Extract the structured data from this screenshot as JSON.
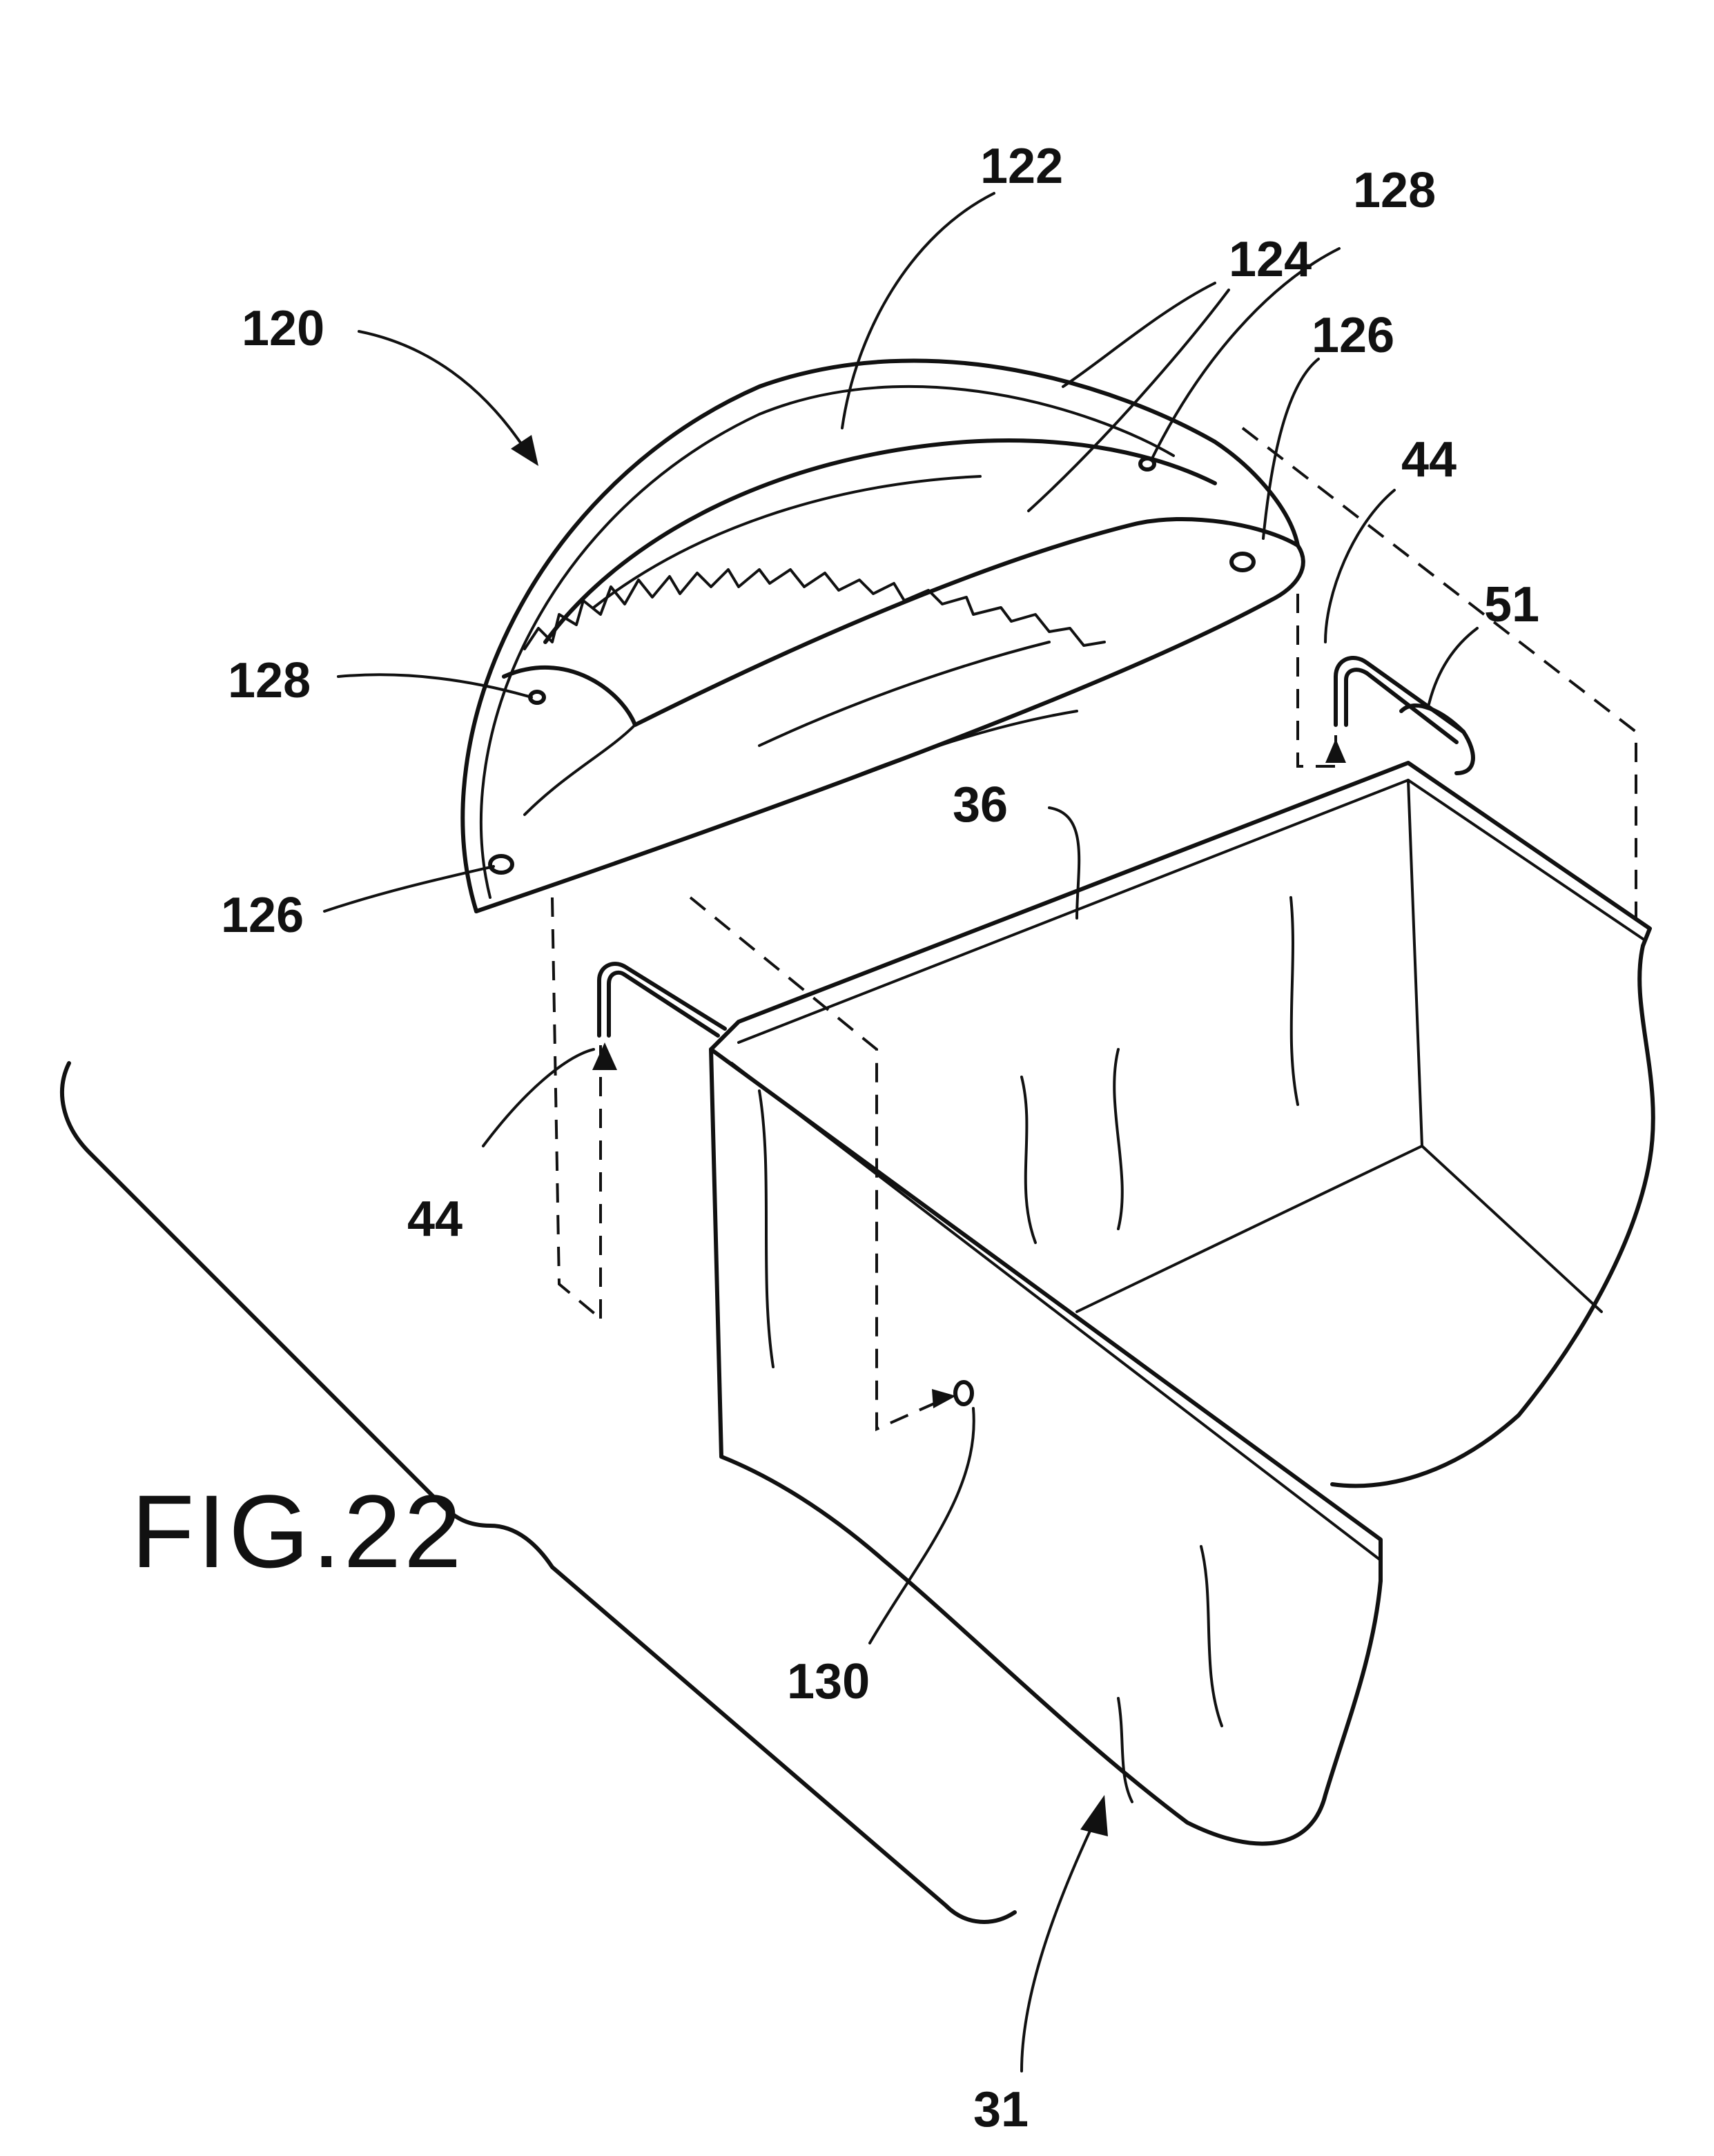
{
  "figure": {
    "caption": "FIG.22",
    "labels": {
      "cover_assembly": "120",
      "cover_shell": "122",
      "cover_edge": "124",
      "hole_left_upper": "128",
      "hole_right_upper": "128",
      "hole_left_lower": "126",
      "hole_right_lower": "126",
      "post_left": "44",
      "post_right": "44",
      "frame_handle": "51",
      "frame_rail": "36",
      "side_hole": "130",
      "bag": "31"
    }
  }
}
